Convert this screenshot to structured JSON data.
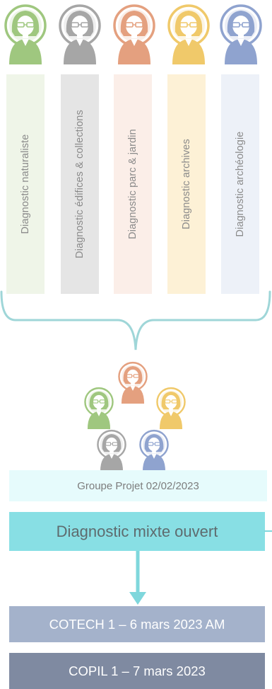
{
  "roles": [
    {
      "label": "Diagnostic naturaliste",
      "color": "#9fc77f",
      "light": "#eff5e8",
      "icon": "naturalist-person-icon"
    },
    {
      "label": "Diagnostic édifices & collections",
      "color": "#a6a6a6",
      "light": "#e5e5e5",
      "icon": "buildings-person-icon"
    },
    {
      "label": "Diagnostic parc & jardin",
      "color": "#e4a07f",
      "light": "#fbeee8",
      "icon": "garden-person-icon"
    },
    {
      "label": "Diagnostic archives",
      "color": "#f0c96a",
      "light": "#fdf1d6",
      "icon": "archives-person-icon"
    },
    {
      "label": "Diagnostic archéologie",
      "color": "#8fa3cf",
      "light": "#edf1f8",
      "icon": "archaeology-person-icon"
    }
  ],
  "bracket_color": "#9fd6d8",
  "steps": {
    "group_project": "Groupe Projet 02/02/2023",
    "mixed_diagnostic": "Diagnostic mixte ouvert",
    "cotech": "COTECH 1 – 6 mars 2023 AM",
    "copil": "COPIL 1 – 7 mars 2023"
  },
  "arrow_color": "#7fd7dc"
}
